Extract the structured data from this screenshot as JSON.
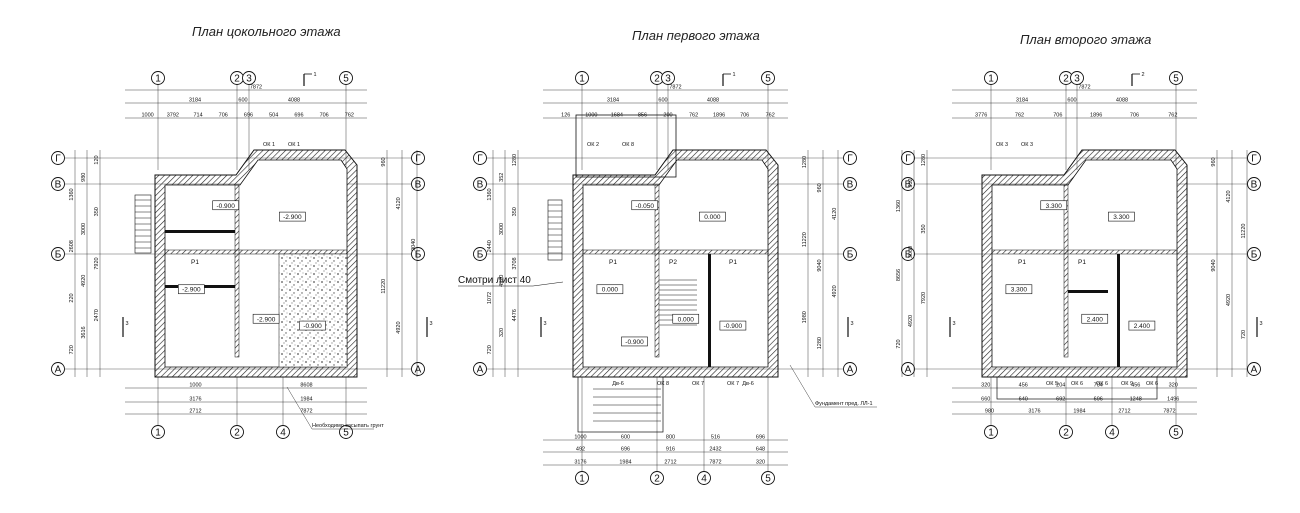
{
  "plans": [
    {
      "title": "План цокольного этажа",
      "axes_top": [
        "1",
        "2",
        "3",
        "5"
      ],
      "axes_bottom": [
        "1",
        "2",
        "4",
        "5"
      ],
      "axes_side": [
        "Г",
        "В",
        "Б",
        "А"
      ],
      "section_mark": "1",
      "dims_top": [
        "7872",
        "3184",
        "600",
        "4088",
        "1000",
        "3792",
        "714",
        "706",
        "696",
        "504",
        "696",
        "706",
        "762"
      ],
      "dims_bottom": [
        "1000",
        "8608",
        "3176",
        "1984",
        "2712",
        "7872"
      ],
      "dims_left": [
        "120",
        "980",
        "1360",
        "350",
        "3000",
        "2608",
        "7920",
        "4920",
        "220",
        "2470",
        "3616",
        "720"
      ],
      "dims_right": [
        "960",
        "4120",
        "9040",
        "11220",
        "4920"
      ],
      "levels": [
        "-0.900",
        "-2.900",
        "-2.900",
        "-2.900",
        "-0.900"
      ],
      "windows": [
        "ОК 1",
        "ОК 1"
      ],
      "partition": "Р1",
      "section_cut": "3",
      "note": "Необходимо засыпать грунт"
    },
    {
      "title": "План первого этажа",
      "axes_top": [
        "1",
        "2",
        "3",
        "5"
      ],
      "axes_bottom": [
        "1",
        "2",
        "4",
        "5"
      ],
      "axes_side": [
        "Г",
        "В",
        "Б",
        "А"
      ],
      "section_mark": "1",
      "dims_top": [
        "7872",
        "3184",
        "600",
        "4088",
        "126",
        "1000",
        "1684",
        "856",
        "200",
        "762",
        "1896",
        "706",
        "762"
      ],
      "dims_bottom": [
        "1000",
        "600",
        "800",
        "516",
        "696",
        "492",
        "696",
        "916",
        "2432",
        "648",
        "3176",
        "1984",
        "2712",
        "7872",
        "320"
      ],
      "dims_left": [
        "1280",
        "352",
        "1360",
        "350",
        "3000",
        "2440",
        "3708",
        "4920",
        "1072",
        "4476",
        "320",
        "720"
      ],
      "dims_right": [
        "1280",
        "960",
        "4120",
        "11220",
        "9040",
        "4920",
        "1980",
        "1280"
      ],
      "levels": [
        "-0.050",
        "0.000",
        "0.000",
        "0.000",
        "-0.900",
        "-0.900"
      ],
      "windows": [
        "ОК 2",
        "ОК 8",
        "ОК 8",
        "ОК 7",
        "ОК 7"
      ],
      "partitions": [
        "Р1",
        "Р2",
        "Р1"
      ],
      "doors": [
        "Дв-6",
        "Дв-6"
      ],
      "callout": "Смотри лист 40",
      "section_cut": "3",
      "note": "Фундамент пред. ЛЛ-1"
    },
    {
      "title": "План второго этажа",
      "axes_top": [
        "1",
        "2",
        "3",
        "5"
      ],
      "axes_bottom": [
        "1",
        "2",
        "4",
        "5"
      ],
      "axes_side": [
        "Г",
        "В",
        "Б",
        "А"
      ],
      "section_mark": "2",
      "dims_top": [
        "7872",
        "3184",
        "600",
        "4088",
        "3776",
        "762",
        "706",
        "1896",
        "706",
        "762"
      ],
      "dims_bottom": [
        "320",
        "456",
        "204",
        "704",
        "456",
        "320",
        "660",
        "640",
        "692",
        "696",
        "1248",
        "1496",
        "980",
        "3176",
        "1984",
        "2712",
        "7872"
      ],
      "dims_left": [
        "1280",
        "352",
        "1360",
        "350",
        "3000",
        "8656",
        "7920",
        "4920",
        "720"
      ],
      "dims_right": [
        "960",
        "4120",
        "11220",
        "9040",
        "4920",
        "720"
      ],
      "levels": [
        "3.300",
        "3.300",
        "3.300",
        "2.400",
        "2.400"
      ],
      "windows": [
        "ОК 3",
        "ОК 3",
        "ОК 5",
        "ОК 6",
        "ОК 6",
        "ОК 9",
        "ОК 6"
      ],
      "partitions": [
        "Р1",
        "Р1"
      ],
      "section_cut": "3"
    }
  ]
}
